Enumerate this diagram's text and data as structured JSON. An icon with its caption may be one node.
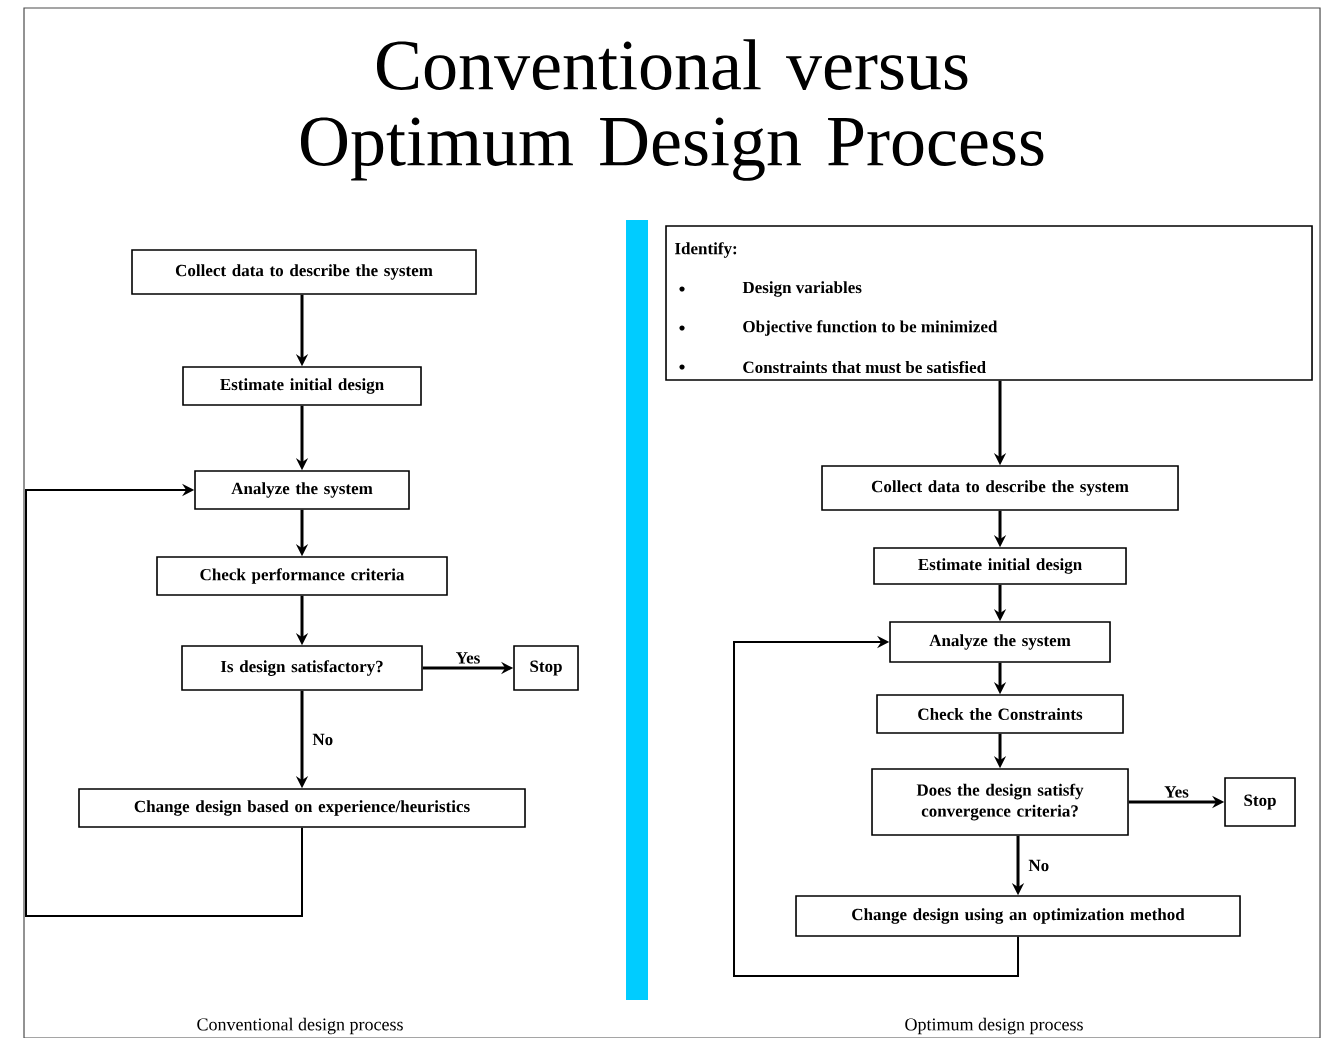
{
  "diagram": {
    "title": "Conventional versus Optimum Design Process",
    "nodes": [
      {
        "text": [
          "Collect data to describe the system"
        ]
      },
      {
        "text": [
          "Estimate initial design"
        ]
      },
      {
        "text": [
          "Analyze the system"
        ]
      },
      {
        "text": [
          "Check performance criteria"
        ]
      },
      {
        "text": [
          "Is design satisfactory?"
        ]
      },
      {
        "text": [
          "Stop"
        ]
      },
      {
        "text": [
          "Change design based on experience/heuristics"
        ]
      },
      {
        "text": [
          "Identify:",
          "Design variables",
          "Objective function to be minimized",
          "Constraints that must be satisfied"
        ]
      },
      {
        "text": [
          "Collect data to describe the system"
        ]
      },
      {
        "text": [
          "Estimate initial design"
        ]
      },
      {
        "text": [
          "Analyze the system"
        ]
      },
      {
        "text": [
          "Check the Constraints"
        ]
      },
      {
        "text": [
          "Does the design satisfy convergence criteria?"
        ]
      },
      {
        "text": [
          "Stop"
        ]
      },
      {
        "text": [
          "Change design using an optimization method"
        ]
      }
    ],
    "edges": [
      {
        "from": 0,
        "to": 1,
        "arrow": "to"
      },
      {
        "from": 1,
        "to": 2,
        "arrow": "to"
      },
      {
        "from": 2,
        "to": 3,
        "arrow": "to"
      },
      {
        "from": 3,
        "to": 4,
        "arrow": "to"
      },
      {
        "from": 4,
        "to": 5,
        "arrow": "to",
        "label": "Yes"
      },
      {
        "from": 4,
        "to": 6,
        "arrow": "to",
        "label": "No"
      },
      {
        "from": 6,
        "to": 2,
        "arrow": "to"
      },
      {
        "from": 7,
        "to": 8,
        "arrow": "to"
      },
      {
        "from": 8,
        "to": 9,
        "arrow": "to"
      },
      {
        "from": 9,
        "to": 10,
        "arrow": "to"
      },
      {
        "from": 10,
        "to": 11,
        "arrow": "to"
      },
      {
        "from": 11,
        "to": 12,
        "arrow": "to"
      },
      {
        "from": 12,
        "to": 13,
        "arrow": "to",
        "label": "Yes"
      },
      {
        "from": 12,
        "to": 14,
        "arrow": "to",
        "label": "No"
      },
      {
        "from": 14,
        "to": 10,
        "arrow": "to"
      }
    ],
    "labels": [
      "Conventional design process",
      "Optimum design process"
    ]
  }
}
